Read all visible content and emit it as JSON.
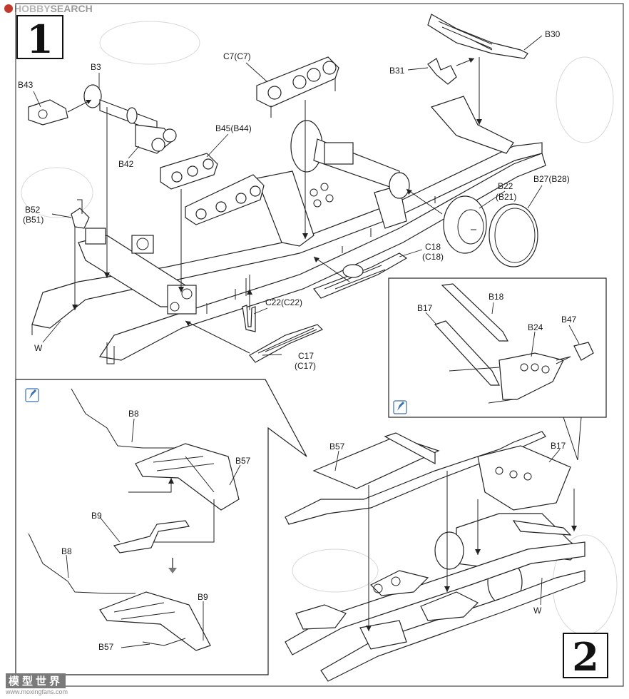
{
  "watermark_top": {
    "brand": "HOBBY",
    "suffix": "SEARCH"
  },
  "watermark_bottom": {
    "cn": "模型世界",
    "url": "www.moxingfans.com"
  },
  "steps": {
    "one": "1",
    "two": "2"
  },
  "labels": {
    "b43": "B43",
    "b3": "B3",
    "c7": "C7(C7)",
    "b30": "B30",
    "b31": "B31",
    "b42": "B42",
    "b45": "B45(B44)",
    "b52": "B52",
    "b51": "(B51)",
    "b22": "B22",
    "b21": "(B21)",
    "b27": "B27(B28)",
    "c18a": "C18",
    "c18b": "(C18)",
    "c22": "C22(C22)",
    "c17a": "C17",
    "c17b": "(C17)",
    "w1": "W",
    "b18": "B18",
    "b17a": "B17",
    "b24": "B24",
    "b47": "B47",
    "b8a": "B8",
    "b57a": "B57",
    "b9a": "B9",
    "b8b": "B8",
    "b9b": "B9",
    "b57b": "B57",
    "b57c": "B57",
    "b17b": "B17",
    "w2": "W"
  },
  "icons": {
    "detail_left": "paint-brush-icon",
    "detail_right": "paint-brush-icon"
  }
}
